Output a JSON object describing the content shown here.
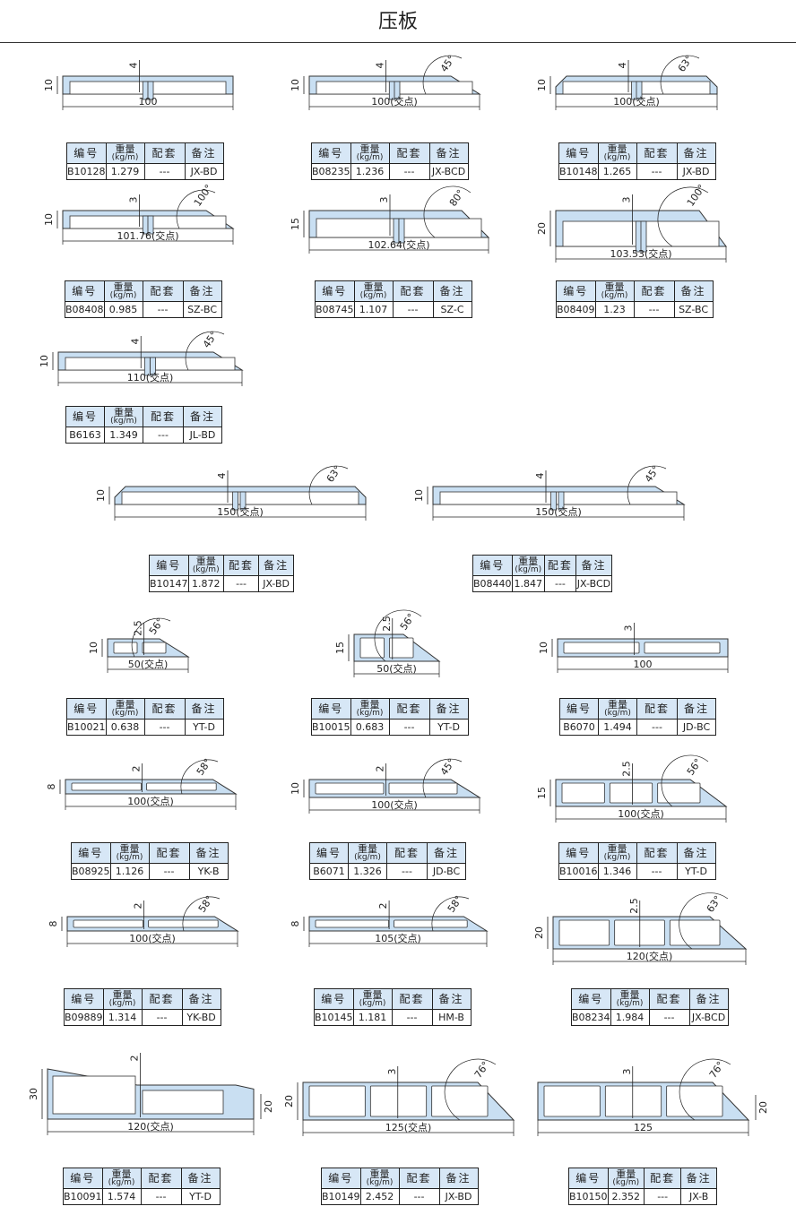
{
  "page": {
    "title": "压板"
  },
  "table_header": {
    "code": "编号",
    "weight": "重量",
    "weight_unit": "(kg/m)",
    "match": "配套",
    "note": "备注"
  },
  "items": [
    {
      "code": "B10128",
      "weight": "1.279",
      "match": "---",
      "note": "JX-BD",
      "width_label": "100",
      "height": "10",
      "thickness": "4",
      "angle": ""
    },
    {
      "code": "B08235",
      "weight": "1.236",
      "match": "---",
      "note": "JX-BCD",
      "width_label": "100(交点)",
      "height": "10",
      "thickness": "4",
      "angle": "45°"
    },
    {
      "code": "B10148",
      "weight": "1.265",
      "match": "---",
      "note": "JX-BD",
      "width_label": "100(交点)",
      "height": "10",
      "thickness": "4",
      "angle": "63°"
    },
    {
      "code": "B08408",
      "weight": "0.985",
      "match": "---",
      "note": "SZ-BC",
      "width_label": "101.76(交点)",
      "height": "10",
      "thickness": "3",
      "angle": "100°"
    },
    {
      "code": "B08745",
      "weight": "1.107",
      "match": "---",
      "note": "SZ-C",
      "width_label": "102.64(交点)",
      "height": "15",
      "thickness": "3",
      "angle": "80°"
    },
    {
      "code": "B08409",
      "weight": "1.23",
      "match": "---",
      "note": "SZ-BC",
      "width_label": "103.53(交点)",
      "height": "20",
      "thickness": "3",
      "angle": "100°"
    },
    {
      "code": "B6163",
      "weight": "1.349",
      "match": "---",
      "note": "JL-BD",
      "width_label": "110(交点)",
      "height": "10",
      "thickness": "4",
      "angle": "45°"
    },
    {
      "code": "B10147",
      "weight": "1.872",
      "match": "---",
      "note": "JX-BD",
      "width_label": "150(交点)",
      "height": "10",
      "thickness": "4",
      "angle": "63°"
    },
    {
      "code": "B08440",
      "weight": "1.847",
      "match": "---",
      "note": "JX-BCD",
      "width_label": "150(交点)",
      "height": "10",
      "thickness": "4",
      "angle": "45°"
    },
    {
      "code": "B10021",
      "weight": "0.638",
      "match": "---",
      "note": "YT-D",
      "width_label": "50(交点)",
      "height": "10",
      "thickness": "2.5",
      "angle": "56°"
    },
    {
      "code": "B10015",
      "weight": "0.683",
      "match": "---",
      "note": "YT-D",
      "width_label": "50(交点)",
      "height": "15",
      "thickness": "2.5",
      "angle": "56°"
    },
    {
      "code": "B6070",
      "weight": "1.494",
      "match": "---",
      "note": "JD-BC",
      "width_label": "100",
      "height": "10",
      "thickness": "3",
      "angle": ""
    },
    {
      "code": "B08925",
      "weight": "1.126",
      "match": "---",
      "note": "YK-B",
      "width_label": "100(交点)",
      "height": "8",
      "thickness": "2",
      "angle": "58°"
    },
    {
      "code": "B6071",
      "weight": "1.326",
      "match": "---",
      "note": "JD-BC",
      "width_label": "100(交点)",
      "height": "10",
      "thickness": "2",
      "angle": "45°"
    },
    {
      "code": "B10016",
      "weight": "1.346",
      "match": "---",
      "note": "YT-D",
      "width_label": "100(交点)",
      "height": "15",
      "thickness": "2.5",
      "angle": "56°"
    },
    {
      "code": "B09889",
      "weight": "1.314",
      "match": "---",
      "note": "YK-BD",
      "width_label": "100(交点)",
      "height": "8",
      "thickness": "2",
      "angle": "58°"
    },
    {
      "code": "B10145",
      "weight": "1.181",
      "match": "---",
      "note": "HM-B",
      "width_label": "105(交点)",
      "height": "8",
      "thickness": "2",
      "angle": "58°"
    },
    {
      "code": "B08234",
      "weight": "1.984",
      "match": "---",
      "note": "JX-BCD",
      "width_label": "120(交点)",
      "height": "20",
      "thickness": "2.5",
      "angle": "63°"
    },
    {
      "code": "B10091",
      "weight": "1.574",
      "match": "---",
      "note": "YT-D",
      "width_label": "120(交点)",
      "height": "30",
      "thickness": "2",
      "angle": "",
      "height2": "20"
    },
    {
      "code": "B10149",
      "weight": "2.452",
      "match": "---",
      "note": "JX-BD",
      "width_label": "125(交点)",
      "height": "20",
      "thickness": "3",
      "angle": "76°"
    },
    {
      "code": "B10150",
      "weight": "2.352",
      "match": "---",
      "note": "JX-B",
      "width_label": "125",
      "height": "",
      "thickness": "3",
      "angle": "76°",
      "height2": "20"
    }
  ]
}
